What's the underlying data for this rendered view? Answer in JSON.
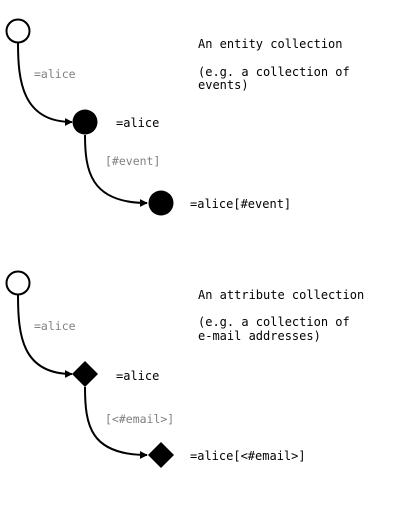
{
  "diagrams": [
    {
      "description": {
        "title": "An entity collection",
        "line1": "(e.g. a collection of",
        "line2": "events)"
      },
      "edge1_label": "=alice",
      "node2_label": "=alice",
      "edge2_label": "[#event]",
      "node3_label": "=alice[#event]"
    },
    {
      "description": {
        "title": "An attribute collection",
        "line1": "(e.g. a collection of",
        "line2": "e-mail addresses)"
      },
      "edge1_label": "=alice",
      "node2_label": "=alice",
      "edge2_label": "[<#email>]",
      "node3_label": "=alice[<#email>]"
    }
  ],
  "colors": {
    "stroke": "#000000",
    "edge_label": "#808080",
    "background": "#ffffff"
  }
}
